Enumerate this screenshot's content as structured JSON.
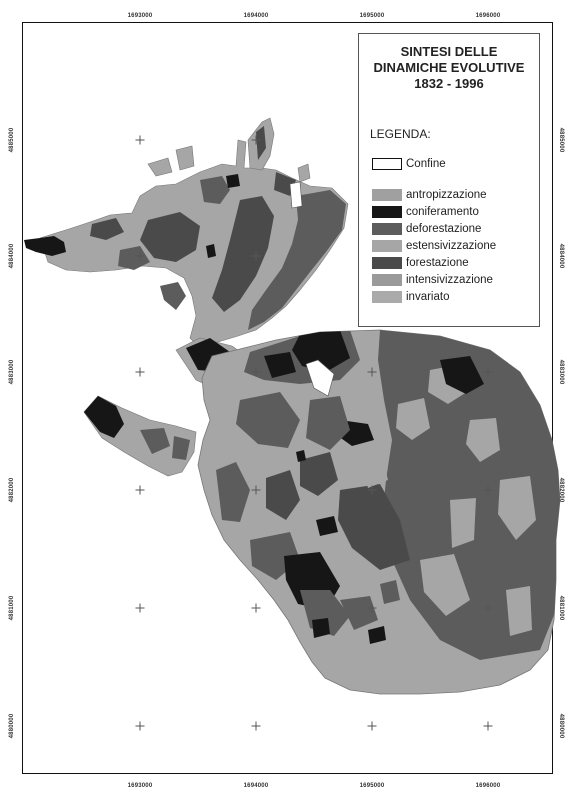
{
  "legend": {
    "title_lines": [
      "SINTESI DELLE",
      "DINAMICHE EVOLUTIVE",
      "1832 - 1996"
    ],
    "heading": "LEGENDA:",
    "boundary": {
      "label": "Confine",
      "color": "#ffffff"
    },
    "classes": [
      {
        "label": "antropizzazione",
        "color": "#a0a0a0"
      },
      {
        "label": "coniferamento",
        "color": "#161616"
      },
      {
        "label": "deforestazione",
        "color": "#5c5c5c"
      },
      {
        "label": "estensivizzazione",
        "color": "#a6a6a6"
      },
      {
        "label": "forestazione",
        "color": "#4a4a4a"
      },
      {
        "label": "intensivizzazione",
        "color": "#9a9a9a"
      },
      {
        "label": "invariato",
        "color": "#aaaaaa"
      }
    ]
  },
  "coordinates": {
    "easting": [
      "1693000",
      "1694000",
      "1695000",
      "1696000"
    ],
    "northing": [
      "4885000",
      "4884000",
      "4883000",
      "4882000",
      "4881000",
      "4880000"
    ]
  }
}
